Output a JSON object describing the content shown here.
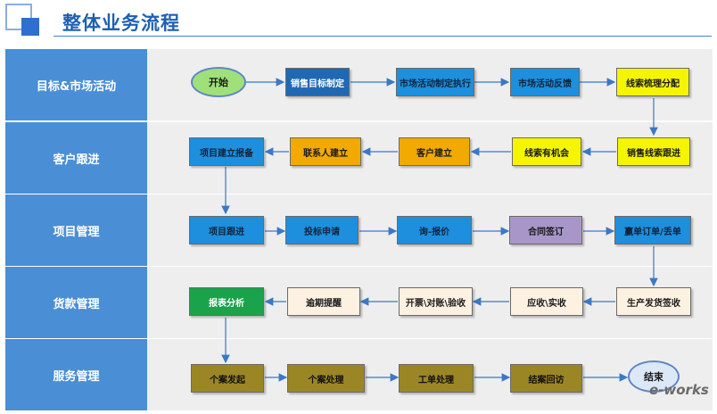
{
  "title": "整体业务流程",
  "rows": [
    "目标&市场活动",
    "客户跟进",
    "项目管理",
    "货款管理",
    "服务管理"
  ],
  "start": "开始",
  "end": "结束",
  "row1": [
    "销售目标制定",
    "市场活动制定执行",
    "市场活动反馈",
    "线索梳理分配"
  ],
  "row2": [
    "项目建立报备",
    "联系人建立",
    "客户建立",
    "线索有机会",
    "销售线索跟进"
  ],
  "row3": [
    "项目跟进",
    "投标申请",
    "询-报价",
    "合同签订",
    "赢单订单/丢单"
  ],
  "row4": [
    "报表分析",
    "逾期提醒",
    "开票\\对账\\验收",
    "应收\\实收",
    "生产发货签收"
  ],
  "row5": [
    "个案发起",
    "个案处理",
    "工单处理",
    "结案回访"
  ],
  "watermark": "e-works",
  "colors": {
    "title": "#1e5fb4",
    "row_label": "#4a8ed6",
    "blue": "#1d8fdc",
    "yellow": "#f5f500",
    "orange": "#f2a900",
    "purple": "#a996c8",
    "green": "#1aa34a",
    "olive": "#9b8626"
  }
}
